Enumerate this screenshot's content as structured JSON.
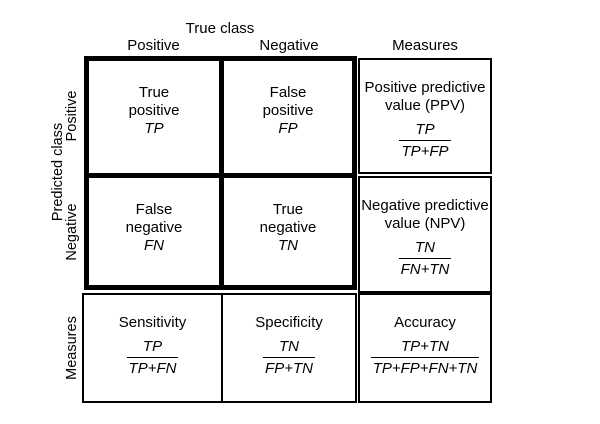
{
  "diagram": {
    "true_axis_title": "True class",
    "predicted_axis_title": "Predicted class",
    "col_headers": {
      "positive": "Positive",
      "negative": "Negative",
      "measures": "Measures"
    },
    "row_headers": {
      "positive": "Positive",
      "negative": "Negative",
      "measures": "Measures"
    },
    "matrix": {
      "tp": {
        "line1": "True",
        "line2": "positive",
        "symbol": "TP"
      },
      "fp": {
        "line1": "False",
        "line2": "positive",
        "symbol": "FP"
      },
      "fn": {
        "line1": "False",
        "line2": "negative",
        "symbol": "FN"
      },
      "tn": {
        "line1": "True",
        "line2": "negative",
        "symbol": "TN"
      }
    },
    "measures": {
      "ppv": {
        "title_line1": "Positive predictive",
        "title_line2": "value (PPV)",
        "numerator": "TP",
        "denominator": "TP+FP"
      },
      "npv": {
        "title_line1": "Negative predictive",
        "title_line2": "value (NPV)",
        "numerator": "TN",
        "denominator": "FN+TN"
      },
      "sensitivity": {
        "title": "Sensitivity",
        "numerator": "TP",
        "denominator": "TP+FN"
      },
      "specificity": {
        "title": "Specificity",
        "numerator": "TN",
        "denominator": "FP+TN"
      },
      "accuracy": {
        "title": "Accuracy",
        "numerator": "TP+TN",
        "denominator": "TP+FP+FN+TN"
      }
    },
    "colors": {
      "line": "#000000",
      "background": "#ffffff",
      "text": "#000000"
    }
  }
}
